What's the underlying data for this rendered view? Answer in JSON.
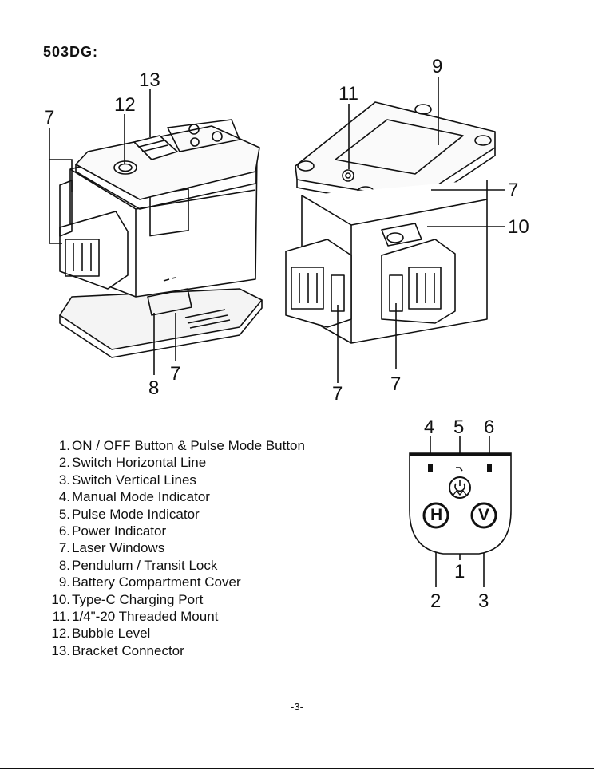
{
  "model": "503DG:",
  "device_left": {
    "callouts": {
      "c13": "13",
      "c12": "12",
      "c7a": "7",
      "c8": "8",
      "c7b": "7"
    }
  },
  "device_right": {
    "callouts": {
      "c9": "9",
      "c11": "11",
      "c7a": "7",
      "c10": "10",
      "c7b": "7",
      "c7c": "7"
    }
  },
  "control_panel": {
    "top_labels": [
      "4",
      "5",
      "6"
    ],
    "bottom_labels": [
      "2",
      "1",
      "3"
    ],
    "buttons": {
      "h": "H",
      "v": "V"
    }
  },
  "parts": [
    {
      "num": "1.",
      "label": "ON / OFF Button & Pulse Mode Button"
    },
    {
      "num": "2.",
      "label": "Switch Horizontal Line"
    },
    {
      "num": "3.",
      "label": "Switch Vertical Lines"
    },
    {
      "num": "4.",
      "label": "Manual Mode Indicator"
    },
    {
      "num": "5.",
      "label": "Pulse Mode Indicator"
    },
    {
      "num": "6.",
      "label": "Power Indicator"
    },
    {
      "num": "7.",
      "label": "Laser Windows"
    },
    {
      "num": "8.",
      "label": "Pendulum / Transit Lock"
    },
    {
      "num": "9.",
      "label": "Battery Compartment Cover"
    },
    {
      "num": "10.",
      "label": "Type-C Charging Port"
    },
    {
      "num": "11.",
      "label": "1/4\"-20 Threaded Mount"
    },
    {
      "num": "12.",
      "label": "Bubble Level"
    },
    {
      "num": "13.",
      "label": "Bracket Connector"
    }
  ],
  "page_number": "-3-"
}
